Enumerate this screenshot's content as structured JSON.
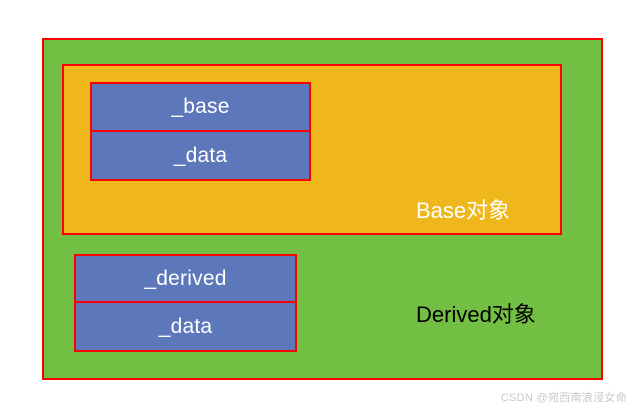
{
  "diagram": {
    "type": "object-memory-layout",
    "colors": {
      "outer_fill": "#72BF44",
      "inner_fill": "#EFB71C",
      "member_fill": "#5C77BA",
      "border": "#FF0000",
      "member_text": "#FFFFFF",
      "base_caption_text": "#FFFFFF",
      "derived_caption_text": "#000000",
      "watermark_text": "#C8C8C8",
      "background": "#FFFFFF"
    },
    "derived_object": {
      "caption": "Derived对象",
      "members": [
        {
          "label": "_derived"
        },
        {
          "label": "_data"
        }
      ]
    },
    "base_object": {
      "caption": "Base对象",
      "members": [
        {
          "label": "_base"
        },
        {
          "label": "_data"
        }
      ]
    }
  },
  "watermark": {
    "text": "CSDN @宛西南浪浸女命"
  }
}
